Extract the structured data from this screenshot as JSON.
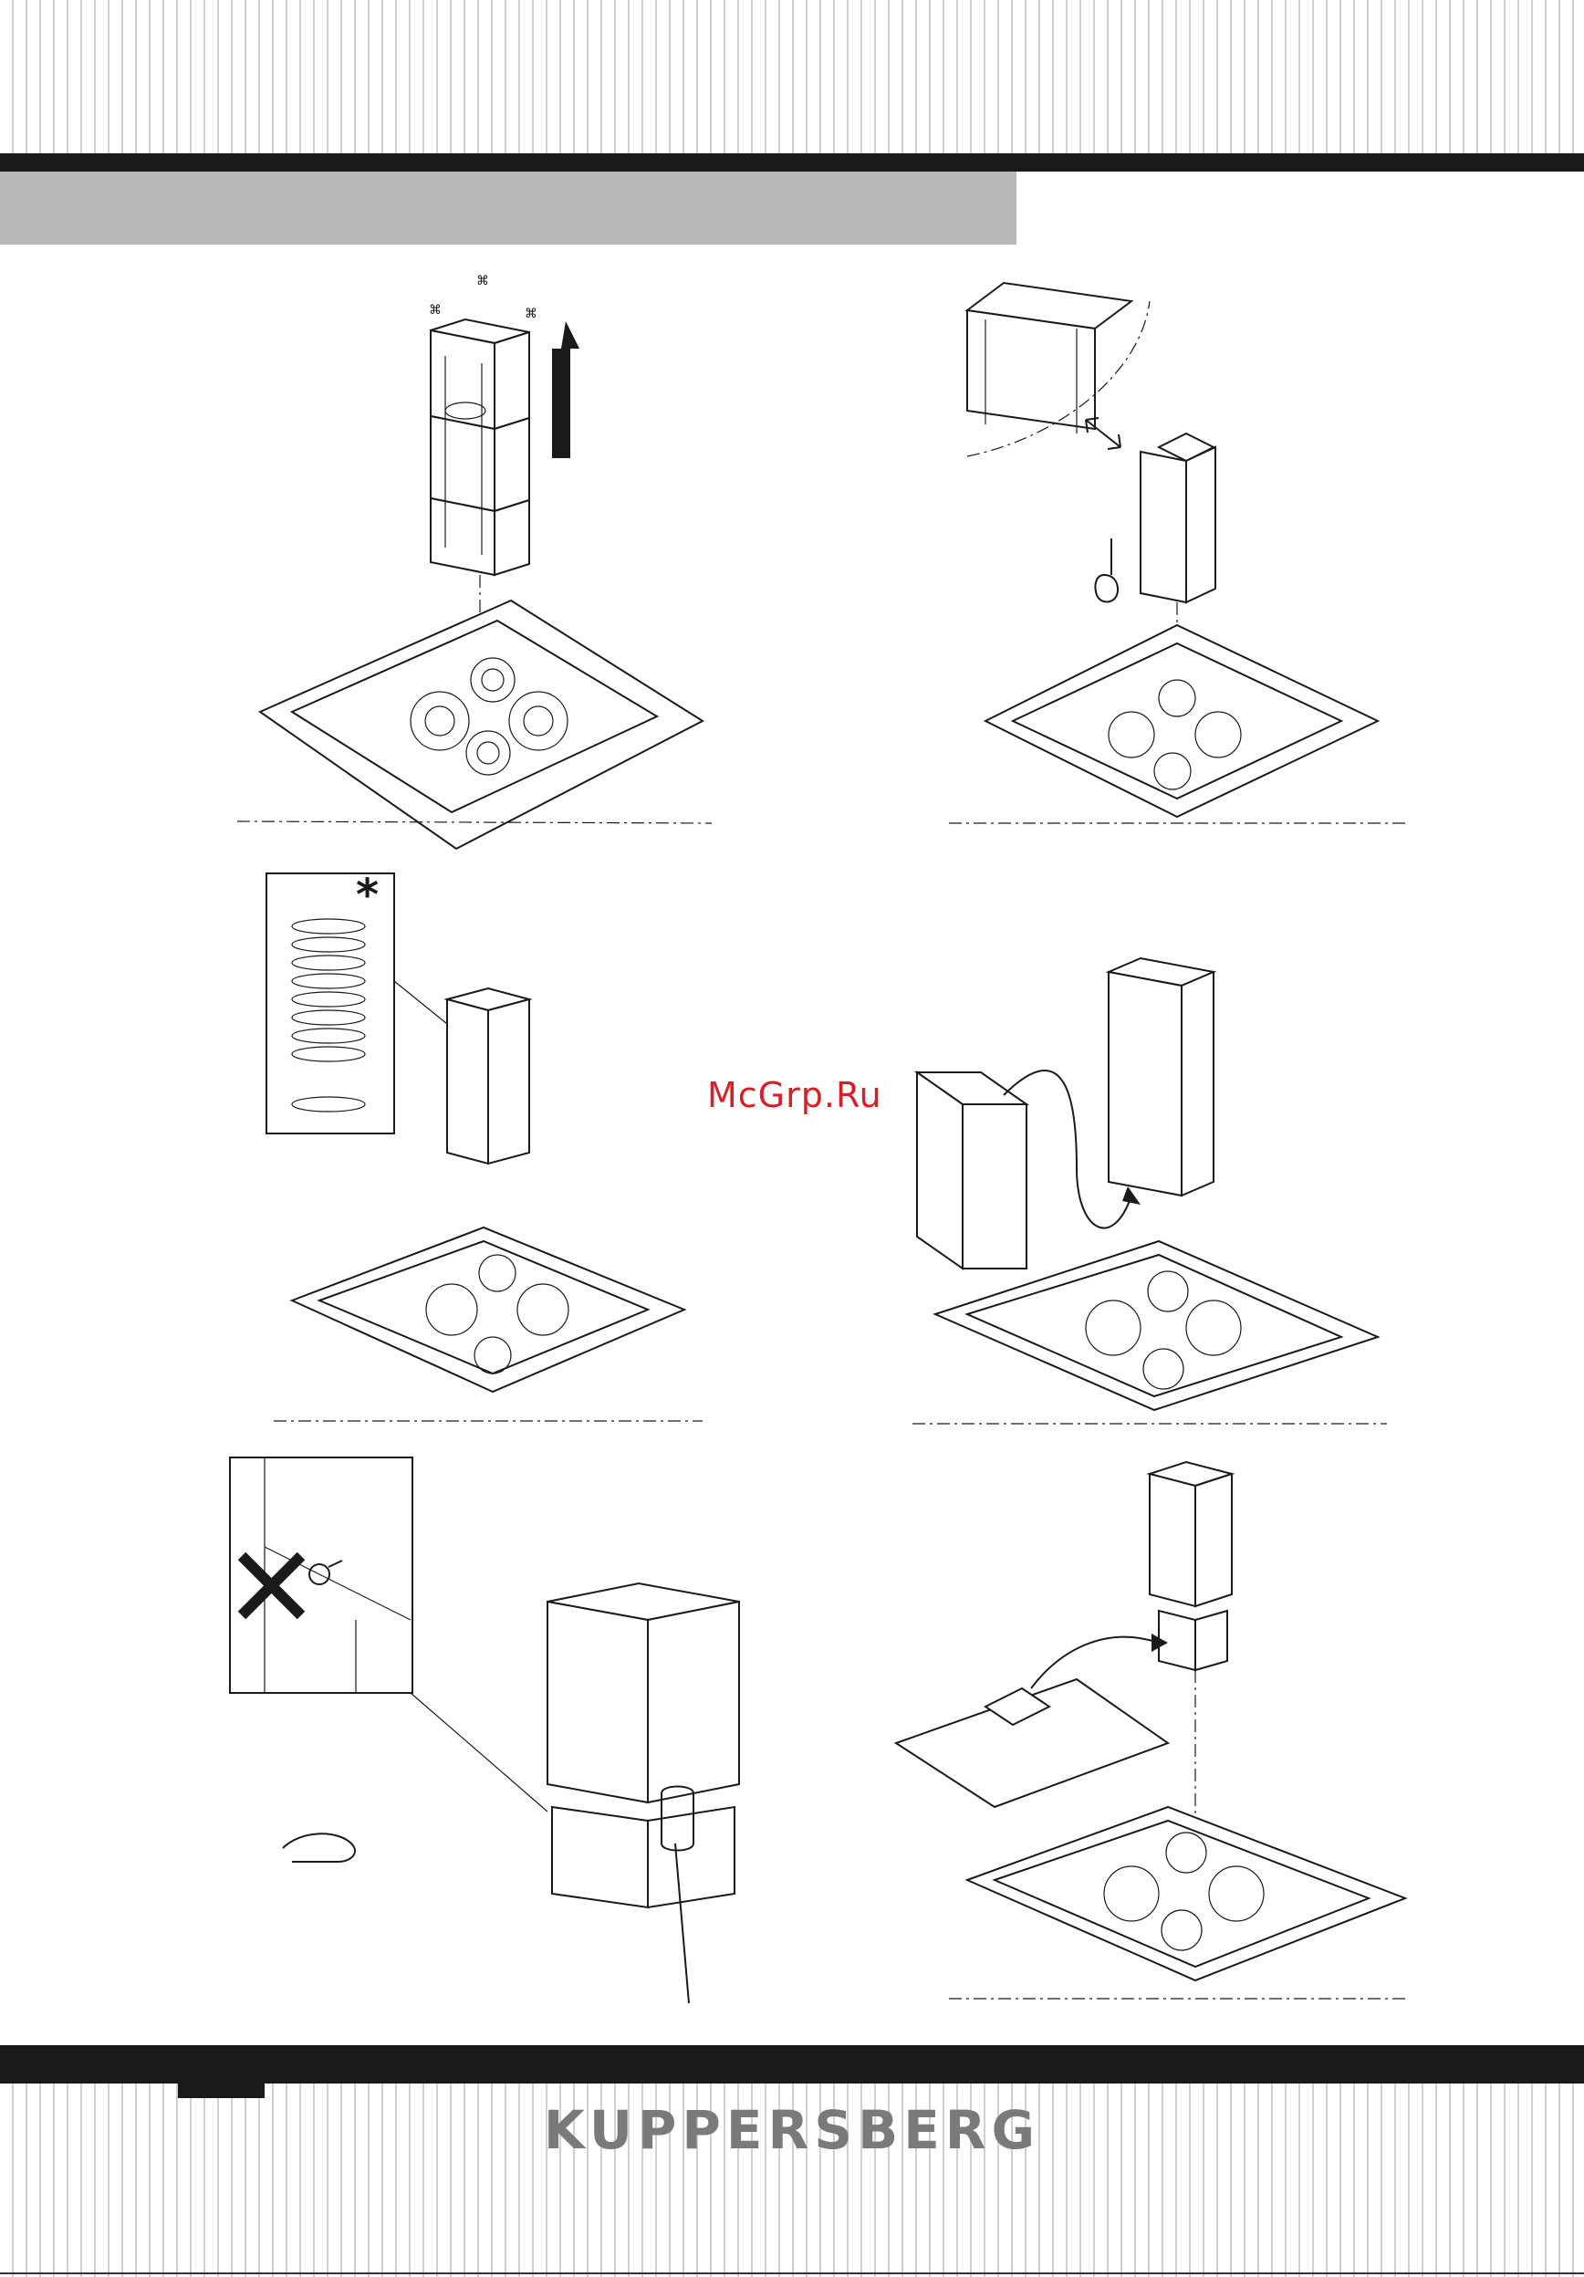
{
  "header": {
    "title": ""
  },
  "watermark": {
    "text": "McGrp.Ru",
    "color": "#d81f26"
  },
  "footer": {
    "brand": "KUPPERSBERG"
  },
  "colors": {
    "bar": "#1a1a1a",
    "band": "#b8b8b8",
    "brand": "#7a7a7a"
  },
  "figures": [
    {
      "id": "step-1",
      "icons": [
        "screw-icon",
        "up-arrow-icon"
      ]
    },
    {
      "id": "step-2",
      "icons": [
        "hand-icon",
        "double-arrow-icon"
      ]
    },
    {
      "id": "step-3",
      "icons": [
        "asterisk-icon"
      ],
      "marker": "*"
    },
    {
      "id": "step-4",
      "icons": [
        "curved-arrow-icon"
      ]
    },
    {
      "id": "step-5",
      "icons": [
        "prohibited-x-icon",
        "screwdriver-icon",
        "hand-icon"
      ]
    },
    {
      "id": "step-6",
      "icons": [
        "curved-arrow-icon"
      ]
    }
  ]
}
